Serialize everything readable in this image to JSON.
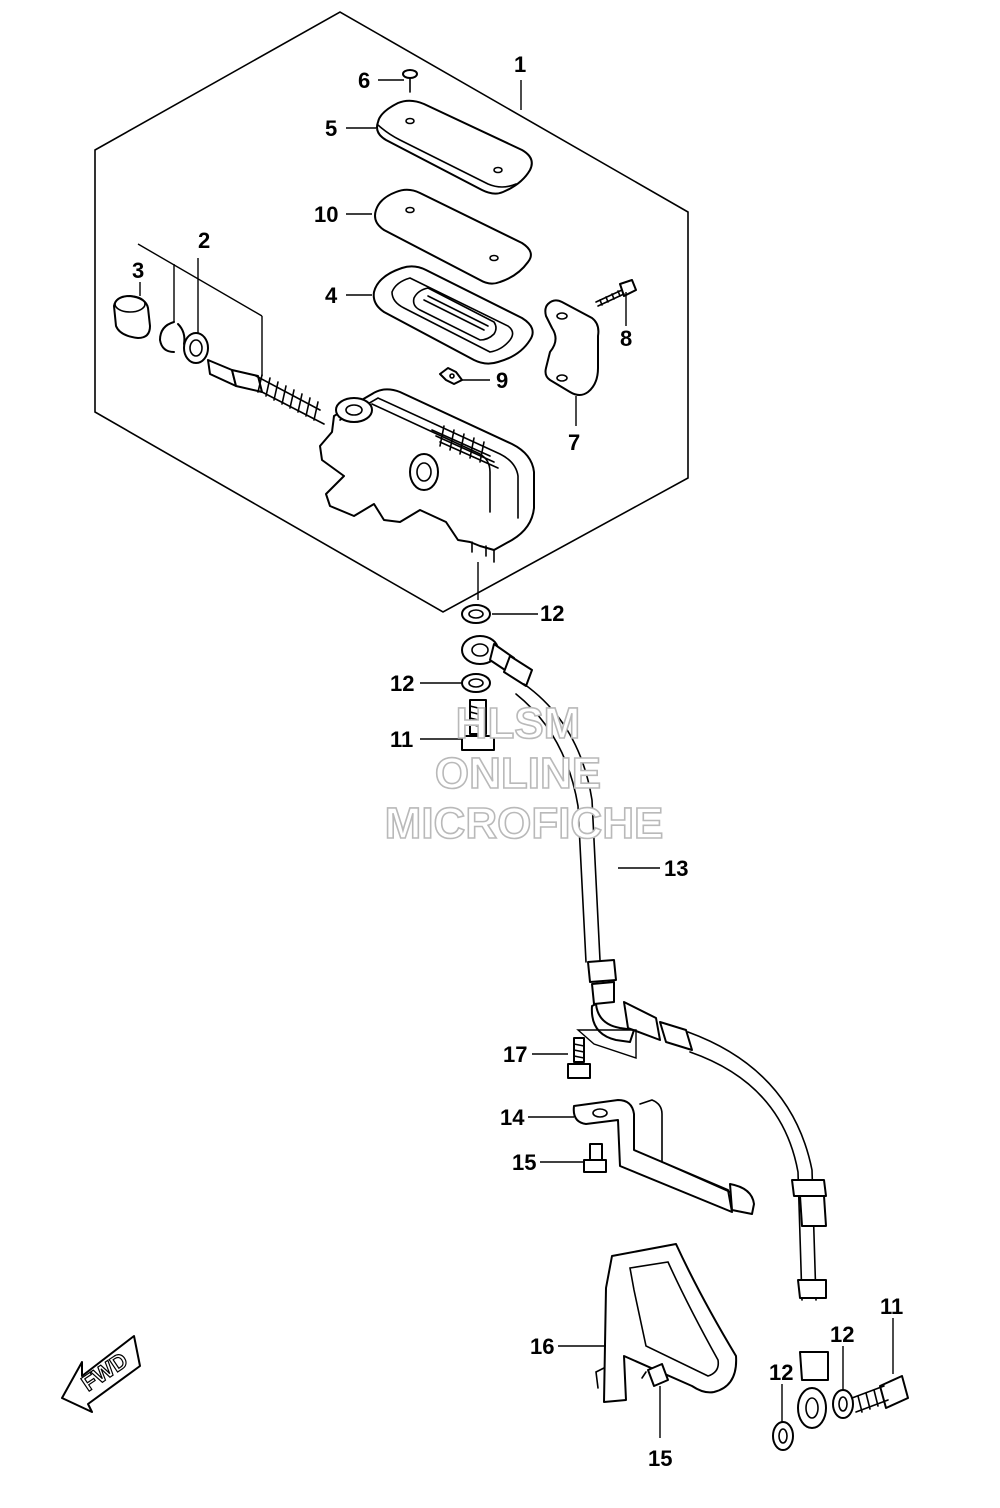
{
  "diagram": {
    "callouts": [
      {
        "id": "c1",
        "label": "1"
      },
      {
        "id": "c2",
        "label": "2"
      },
      {
        "id": "c3",
        "label": "3"
      },
      {
        "id": "c4",
        "label": "4"
      },
      {
        "id": "c5",
        "label": "5"
      },
      {
        "id": "c6",
        "label": "6"
      },
      {
        "id": "c7",
        "label": "7"
      },
      {
        "id": "c8",
        "label": "8"
      },
      {
        "id": "c9",
        "label": "9"
      },
      {
        "id": "c10",
        "label": "10"
      },
      {
        "id": "c11a",
        "label": "11"
      },
      {
        "id": "c11b",
        "label": "11"
      },
      {
        "id": "c12a",
        "label": "12"
      },
      {
        "id": "c12b",
        "label": "12"
      },
      {
        "id": "c12c",
        "label": "12"
      },
      {
        "id": "c12d",
        "label": "12"
      },
      {
        "id": "c13",
        "label": "13"
      },
      {
        "id": "c14",
        "label": "14"
      },
      {
        "id": "c15a",
        "label": "15"
      },
      {
        "id": "c15b",
        "label": "15"
      },
      {
        "id": "c16",
        "label": "16"
      },
      {
        "id": "c17",
        "label": "17"
      }
    ],
    "fwd_label": "FWD",
    "watermark": {
      "line1": "HLSM",
      "line2": "ONLINE",
      "line3": "MICROFICHE"
    }
  }
}
